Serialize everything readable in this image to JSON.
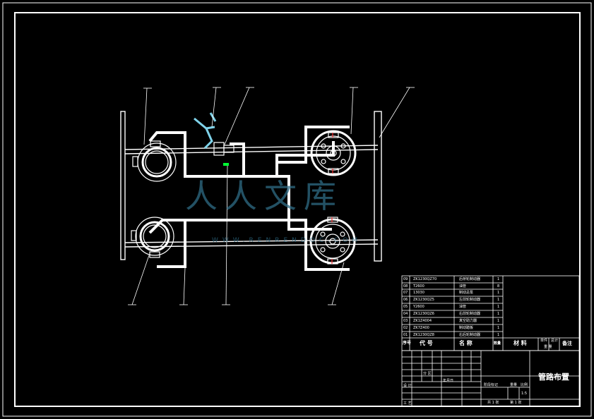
{
  "parts": [
    {
      "no": "09",
      "code": "ZK1230QZ70",
      "name": "后桥轮制动器",
      "qty": "1"
    },
    {
      "no": "08",
      "code": "T2600",
      "name": "油管",
      "qty": "8"
    },
    {
      "no": "07",
      "code": "13030",
      "name": "制动总泵",
      "qty": "1"
    },
    {
      "no": "06",
      "code": "ZK1230QZ5",
      "name": "左前轮制动器",
      "qty": "1"
    },
    {
      "no": "05",
      "code": "Y2600",
      "name": "油管",
      "qty": "1"
    },
    {
      "no": "04",
      "code": "ZK1230QZ6",
      "name": "右前轮制动器",
      "qty": "1"
    },
    {
      "no": "03",
      "code": "ZK1Z4004",
      "name": "真空助力器",
      "qty": "1"
    },
    {
      "no": "02",
      "code": "ZK7Z400",
      "name": "制动踏板",
      "qty": "1"
    },
    {
      "no": "01",
      "code": "ZK1230QZ8",
      "name": "右后轮制动器",
      "qty": "1"
    }
  ],
  "headers": {
    "no": "序号",
    "code": "代 号",
    "name": "名 称",
    "qty": "数量",
    "material": "材 料",
    "unit_weight": "单件",
    "total_weight": "总计",
    "weight": "重 量",
    "remark": "备注"
  },
  "title_block": {
    "drawing_title": "管路布置",
    "stage_label": "阶段标记",
    "weight_label": "重量",
    "scale_label": "比例",
    "scale_value": "1:5",
    "sheets_total": "共 1 张",
    "sheet_no": "第 1 张",
    "rev_count": "分 区",
    "sign_date": "年月日",
    "designer_label": "设 计",
    "process_label": "工 艺"
  },
  "watermark": {
    "text": "人人文库",
    "url": "WWW.RENRENDOC.COM"
  },
  "colors": {
    "background": "#000000",
    "lines": "#ffffff",
    "pedal_highlight": "#7fd3ea",
    "marker_green": "#00ff33",
    "marker_red": "#ff3333",
    "watermark": "#2f6c86"
  },
  "icons": [
    "brake-wheel-icon",
    "pedal-icon",
    "master-cylinder-icon",
    "watermark-logo-icon"
  ]
}
